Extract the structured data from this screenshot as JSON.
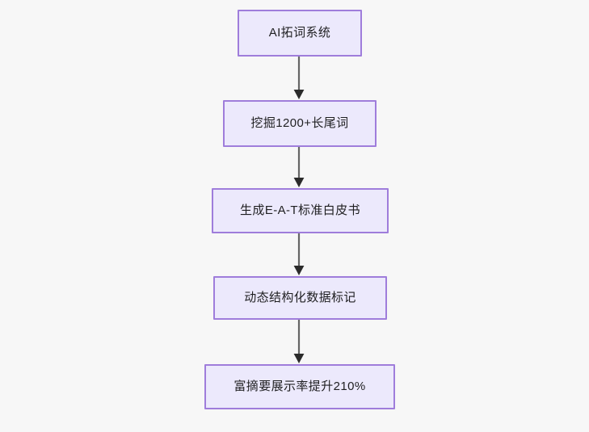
{
  "diagram": {
    "type": "flowchart",
    "direction": "top-to-bottom",
    "background_color": "#f7f7f7",
    "node_fill_color": "#ece9fc",
    "node_border_color": "#9f7ddb",
    "node_text_color": "#1f1f21",
    "edge_color": "#666666",
    "nodes": [
      {
        "id": "n1",
        "label": "AI拓词系统"
      },
      {
        "id": "n2",
        "label": "挖掘1200+长尾词"
      },
      {
        "id": "n3",
        "label": "生成E-A-T标准白皮书"
      },
      {
        "id": "n4",
        "label": "动态结构化数据标记"
      },
      {
        "id": "n5",
        "label": "富摘要展示率提升210%"
      }
    ],
    "edges": [
      {
        "id": "e1",
        "from": "n1",
        "to": "n2",
        "label": ""
      },
      {
        "id": "e2",
        "from": "n2",
        "to": "n3",
        "label": ""
      },
      {
        "id": "e3",
        "from": "n3",
        "to": "n4",
        "label": ""
      },
      {
        "id": "e4",
        "from": "n4",
        "to": "n5",
        "label": ""
      }
    ]
  }
}
